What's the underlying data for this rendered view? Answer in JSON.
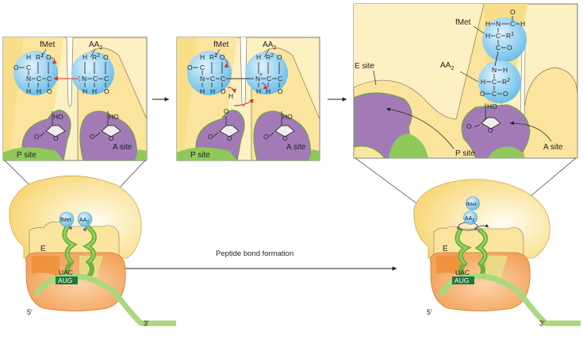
{
  "diagram": {
    "title": "Peptide bond formation",
    "colors": {
      "ribosome_large_subunit": "#fbe199",
      "ribosome_large_subunit_light": "#fff5cc",
      "ribosome_small_subunit": "#f7b77a",
      "ribosome_small_subunit_dark": "#ee8f3a",
      "trna": "#8ec95a",
      "trna_dark": "#5a9a2a",
      "amino_acid_sphere": "#7fc8ef",
      "rrna_site": "#a27bb6",
      "mrna": "#a9d97c",
      "codon_box": "#1f7a3a",
      "panel_background": "#fbe7a6",
      "electron_arrow": "#d8322f"
    },
    "panels": [
      {
        "id": "panel-1",
        "labels": {
          "fmet": "fMet",
          "aa2": "AA",
          "aa2_sub": "2",
          "p_site": "P site",
          "a_site": "A site"
        },
        "fmet_atoms": {
          "h_top": "H",
          "o_left": "O",
          "c_top": "C",
          "r": "R",
          "r_sup": "1",
          "o_carb": "O",
          "n": "N",
          "c_mid": "C",
          "c_right": "C",
          "h1": "H",
          "h2": "H",
          "o_bot": "O"
        },
        "aa2_atoms": {
          "h_top": "H",
          "r": "R",
          "r_sup": "2",
          "o_top": "O",
          "n": "N",
          "c_mid": "C",
          "c_right": "C",
          "h1": "H",
          "h2": "H",
          "o_bot": "O"
        },
        "ribose": {
          "ho": "HO",
          "o_ring": "O",
          "o_left": "O"
        }
      },
      {
        "id": "panel-2",
        "labels": {
          "fmet": "fMet",
          "aa2": "AA",
          "aa2_sub": "2",
          "p_site": "P site",
          "a_site": "A site"
        },
        "fmet_atoms": {
          "h_top": "H",
          "o_left": "O",
          "c_top": "C",
          "r": "R",
          "r_sup": "1",
          "o_carb": "O",
          "n": "N",
          "c_mid": "C",
          "c_right": "C",
          "h1": "H",
          "h2": "H",
          "o_bot": "O",
          "h_transfer": "H"
        },
        "aa2_atoms": {
          "h_top": "H",
          "r": "R",
          "r_sup": "2",
          "o_top": "O",
          "n": "N",
          "plus": "+",
          "c_mid": "C",
          "c_right": "C",
          "h1": "H",
          "h2": "H",
          "o_bot": "O"
        },
        "ribose": {
          "ho": "HO",
          "o_ring": "O",
          "o_left": "O",
          "o_p": "O"
        }
      },
      {
        "id": "panel-3",
        "labels": {
          "fmet": "fMet",
          "aa2": "AA",
          "aa2_sub": "2",
          "e_site": "E site",
          "p_site": "P site",
          "a_site": "A site"
        },
        "fmet_atoms": {
          "o_top": "O",
          "h_right": "H",
          "h_n": "H",
          "n": "N",
          "c_form": "C",
          "h_alpha": "H",
          "c_alpha": "C",
          "r": "R",
          "r_sup": "1",
          "c_carb": "C",
          "o_carb": "O"
        },
        "aa2_atoms": {
          "n": "N",
          "h_n": "H",
          "h_alpha": "H",
          "c_alpha": "C",
          "r": "R",
          "r_sup": "2",
          "o_ester": "O",
          "c_carb": "C",
          "o_carb": "O"
        },
        "ribose": {
          "ho": "HO",
          "o_ring": "O",
          "o_left": "O"
        }
      }
    ],
    "ribosomes": [
      {
        "id": "ribosome-before",
        "labels": {
          "e_site": "E",
          "fmet": "fMet",
          "aa2": "AA",
          "aa2_sub": "2",
          "anticodon": "UAC",
          "codon": "AUG",
          "five_prime": "5′",
          "three_prime": "3′"
        }
      },
      {
        "id": "ribosome-after",
        "labels": {
          "e_site": "E",
          "fmet": "fMet",
          "aa2": "AA",
          "aa2_sub": "2",
          "anticodon": "UAC",
          "codon": "AUG",
          "five_prime": "5′",
          "three_prime": "3′"
        }
      }
    ],
    "process_arrow_label": "Peptide bond formation"
  }
}
